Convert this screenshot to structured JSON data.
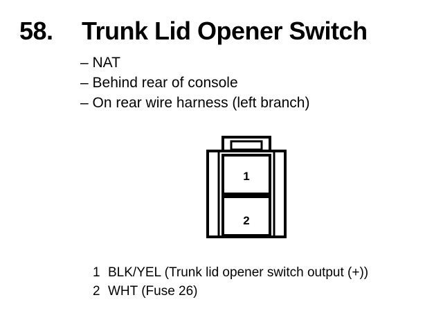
{
  "heading": {
    "number": "58.",
    "title": "Trunk Lid Opener Switch"
  },
  "notes": [
    "– NAT",
    "– Behind rear of console",
    "– On rear wire harness (left branch)"
  ],
  "connector": {
    "cavities": [
      "1",
      "2"
    ]
  },
  "pins": [
    {
      "number": "1",
      "description": "BLK/YEL (Trunk lid opener switch output (+))"
    },
    {
      "number": "2",
      "description": "WHT (Fuse 26)"
    }
  ]
}
